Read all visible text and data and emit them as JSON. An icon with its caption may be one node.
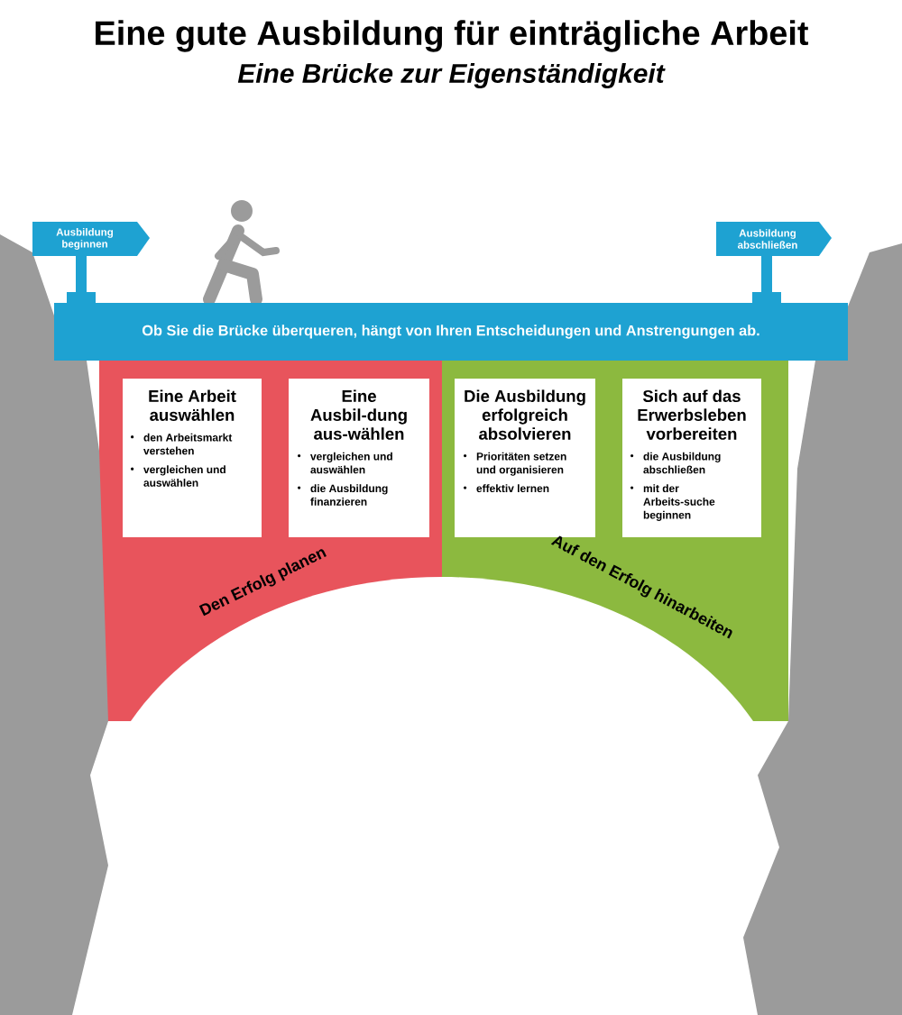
{
  "diagram": {
    "title": "Eine gute Ausbildung für einträgliche Arbeit",
    "caption": "Eine Brücke zur Eigenständigkeit",
    "nodes": [
      {
        "text": [
          "Ausbildung beginnen"
        ]
      },
      {
        "text": [
          "Ausbildung abschließen"
        ]
      },
      {
        "text": [
          "Ob Sie die Brücke überqueren, hängt von Ihren Entscheidungen und Anstrengungen ab."
        ]
      },
      {
        "text": [
          "Eine Arbeit auswählen",
          "den Arbeitsmarkt verstehen",
          "vergleichen und auswählen"
        ]
      },
      {
        "text": [
          "Eine Ausbil-dung aus-wählen",
          "vergleichen und auswählen",
          "die Ausbildung finanzieren"
        ]
      },
      {
        "text": [
          "Die Ausbildung erfolgreich absolvieren",
          "Prioritäten setzen und organisieren",
          "effektiv lernen"
        ]
      },
      {
        "text": [
          "Sich auf das Erwerbsleben vorbereiten",
          "die Ausbildung abschließen",
          "mit der Arbeits-suche beginnen"
        ]
      }
    ],
    "labels": [
      "Den Erfolg planen",
      "Auf den Erfolg hinarbeiten"
    ]
  }
}
